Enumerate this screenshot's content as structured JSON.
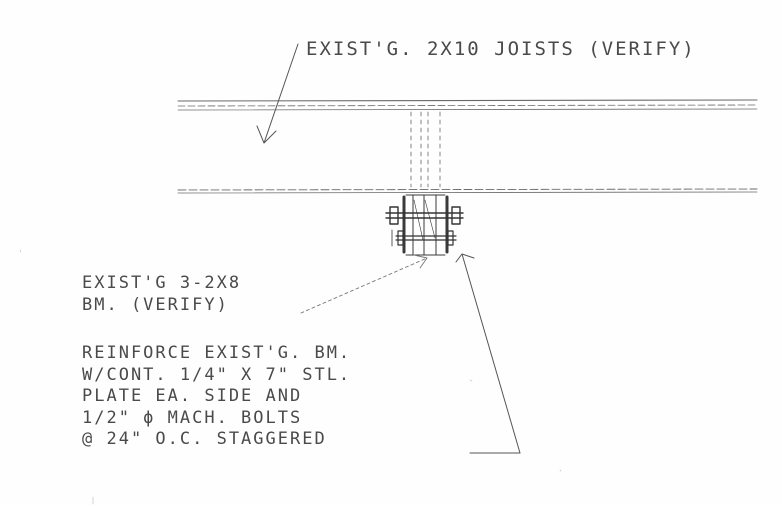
{
  "labels": {
    "joists": "EXIST'G. 2X10 JOISTS (VERIFY)",
    "beam": [
      "EXIST'G 3-2X8",
      "BM. (VERIFY)"
    ],
    "reinforcement": [
      "REINFORCE EXIST'G. BM.",
      "W/CONT. 1/4\" X 7\" STL.",
      "PLATE EA. SIDE AND",
      "1/2\" ϕ MACH. BOLTS",
      "@ 24\" O.C. STAGGERED"
    ]
  },
  "colors": {
    "ink": "#4a4a4a",
    "paper": "#fefefe"
  }
}
